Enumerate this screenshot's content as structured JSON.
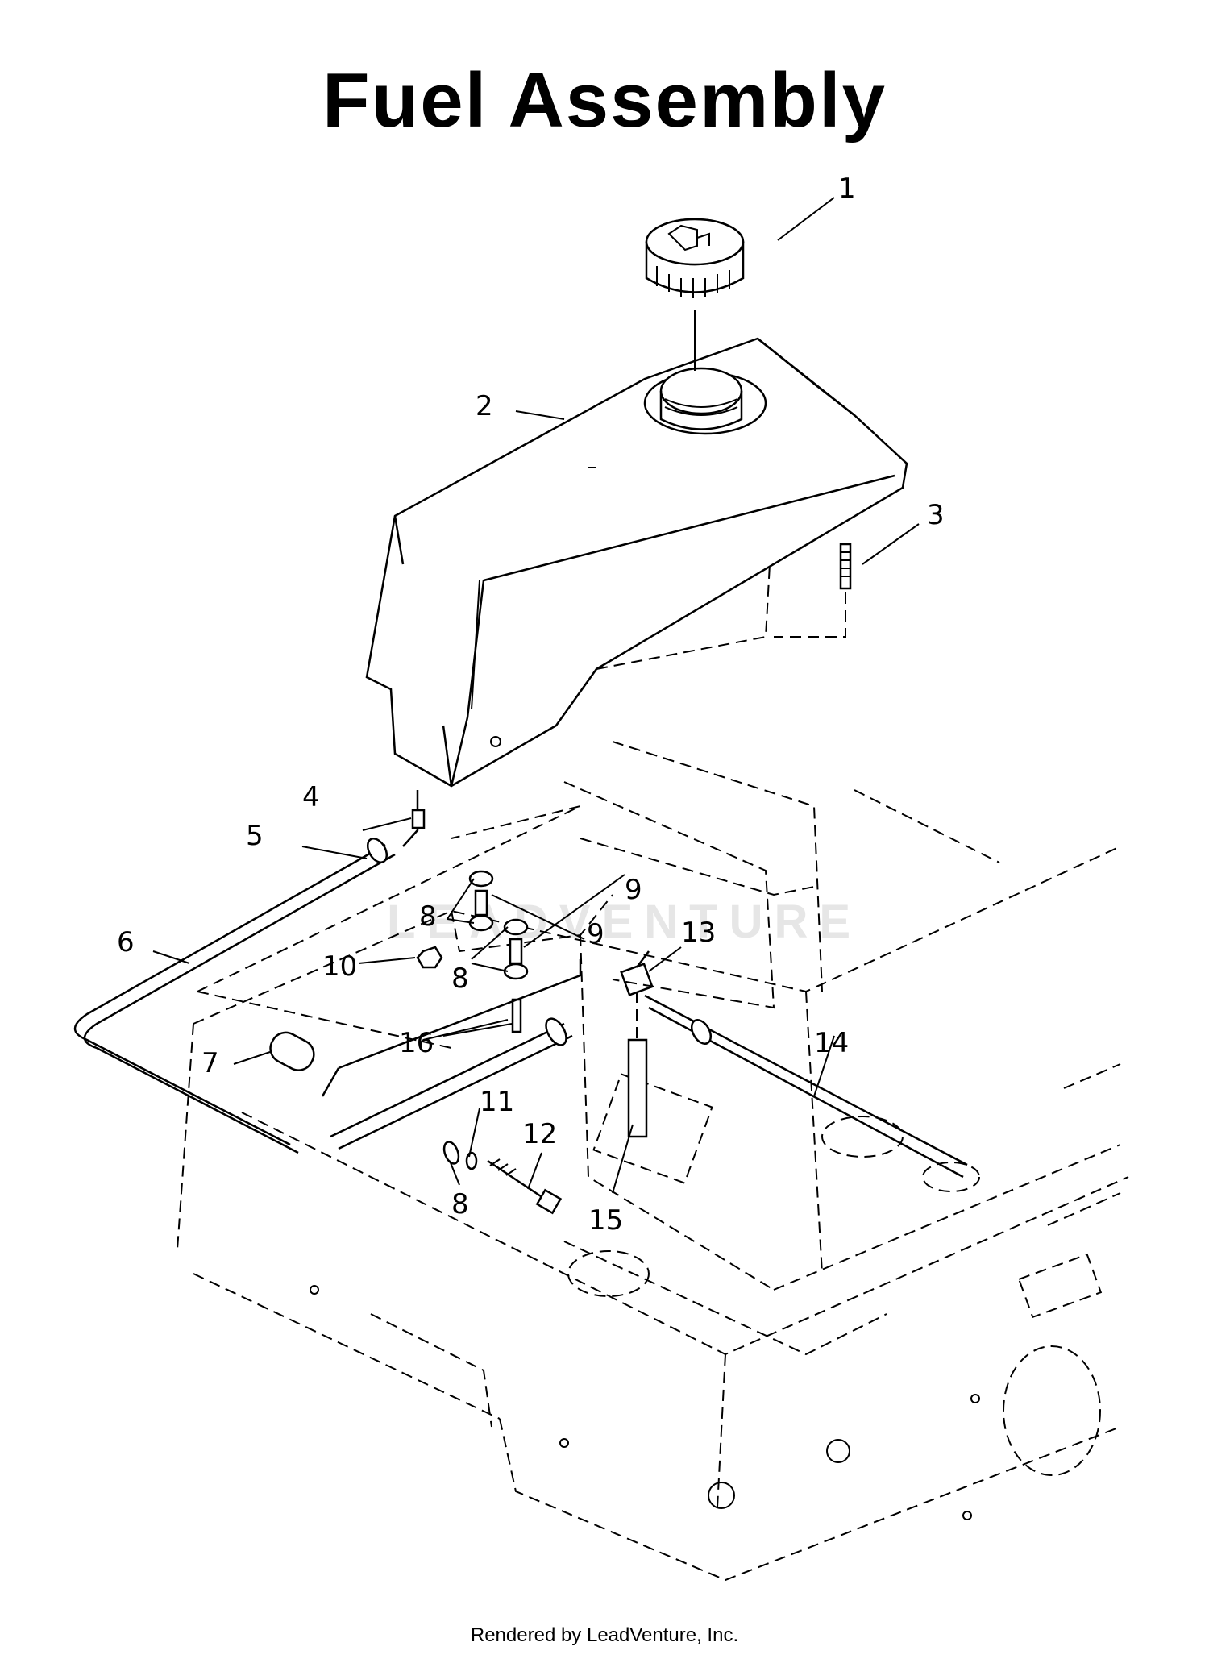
{
  "title": "Fuel Assembly",
  "footer": "Rendered by LeadVenture, Inc.",
  "watermark": "LEADVENTURE",
  "callouts": [
    {
      "id": "c1",
      "label": "1"
    },
    {
      "id": "c2",
      "label": "2"
    },
    {
      "id": "c3",
      "label": "3"
    },
    {
      "id": "c4",
      "label": "4"
    },
    {
      "id": "c5",
      "label": "5"
    },
    {
      "id": "c6",
      "label": "6"
    },
    {
      "id": "c7",
      "label": "7"
    },
    {
      "id": "c8a",
      "label": "8"
    },
    {
      "id": "c8b",
      "label": "8"
    },
    {
      "id": "c8c",
      "label": "8"
    },
    {
      "id": "c9a",
      "label": "9"
    },
    {
      "id": "c9b",
      "label": "9"
    },
    {
      "id": "c10",
      "label": "10"
    },
    {
      "id": "c11",
      "label": "11"
    },
    {
      "id": "c12",
      "label": "12"
    },
    {
      "id": "c13",
      "label": "13"
    },
    {
      "id": "c14",
      "label": "14"
    },
    {
      "id": "c15",
      "label": "15"
    },
    {
      "id": "c16",
      "label": "16"
    }
  ]
}
